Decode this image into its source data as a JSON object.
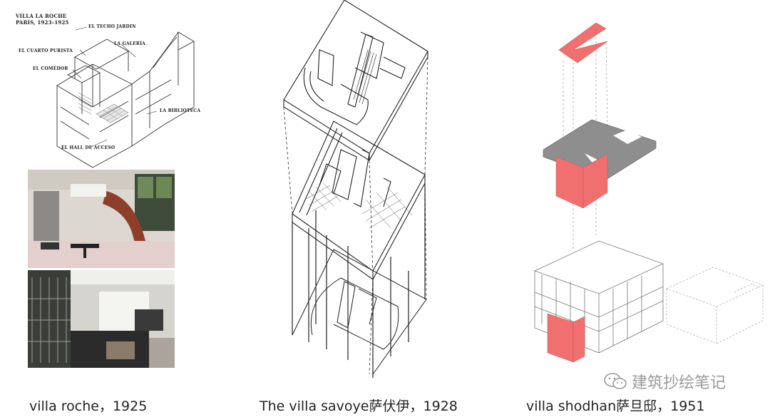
{
  "roche_axo": {
    "title_line1": "VILLA LA ROCHE",
    "title_line2": "PARIS, 1923–1925",
    "labels": {
      "techo": "EL TECHO JARDIN",
      "cuarto": "EL CUARTO PURISTA",
      "galeria": "LA GALERÍA",
      "comedor": "EL COMEDOR",
      "biblioteca": "LA BIBLIOTECA",
      "hall": "EL HALL DE ACCESO"
    }
  },
  "captions": {
    "roche": "villa roche，1925",
    "savoye": "The villa savoye萨伏伊，1928",
    "shodhan": "villa shodhan萨旦邸，1951"
  },
  "watermark": {
    "text": "建筑抄绘笔记",
    "icon": "wechat-icon"
  },
  "colors": {
    "accent_red": "#f07070",
    "slab_gray": "#8e8e8e",
    "line": "#222222"
  }
}
